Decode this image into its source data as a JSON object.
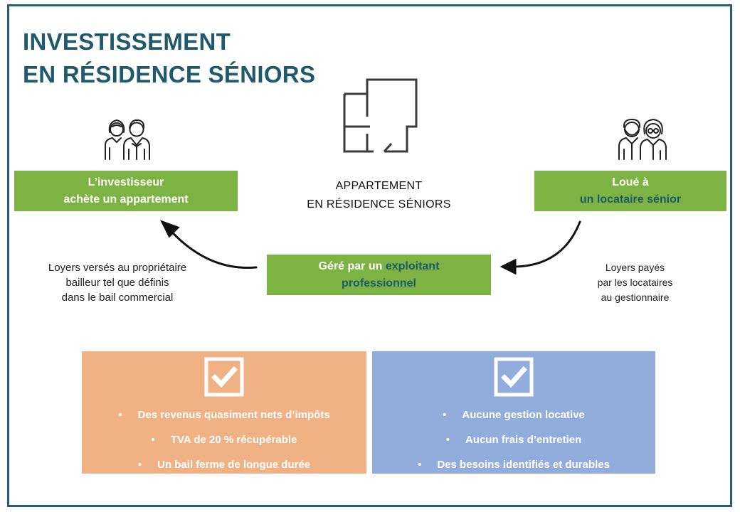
{
  "title": {
    "line1": "INVESTISSEMENT",
    "line2": "EN RÉSIDENCE SÉNIORS"
  },
  "investor": {
    "line1": "L’investisseur",
    "line2": "achète un appartement",
    "icon": "couple-icon"
  },
  "apartment": {
    "line1": "APPARTEMENT",
    "line2": "EN RÉSIDENCE  SÉNIORS",
    "icon": "floor-plan-icon"
  },
  "tenant": {
    "line1": "Loué à",
    "line2": "un locataire sénior",
    "icon": "senior-couple-icon"
  },
  "operator": {
    "prefix": "Géré par un ",
    "highlight1": "exploitant",
    "highlight2": "professionnel"
  },
  "left_note": {
    "line1": "Loyers versés au propriétaire",
    "line2": "bailleur tel que définis",
    "line3": "dans le bail commercial"
  },
  "right_note": {
    "line1": "Loyers payés",
    "line2": "par les locataires",
    "line3": "au gestionnaire"
  },
  "benefits_left": {
    "icon": "checkbox-icon",
    "items": [
      "Des revenus quasiment nets d’impôts",
      "TVA de 20 % récupérable",
      "Un bail ferme de longue durée"
    ]
  },
  "benefits_right": {
    "icon": "checkbox-icon",
    "items": [
      "Aucune gestion locative",
      "Aucun frais d’entretien",
      "Des besoins identifiés et durables"
    ]
  },
  "colors": {
    "title": "#1f5a6b",
    "green_box": "#7cb342",
    "highlight_text": "#1f5a6b",
    "orange_panel": "#f0b184",
    "blue_panel": "#92acdb",
    "frame": "#2a5d6e"
  }
}
